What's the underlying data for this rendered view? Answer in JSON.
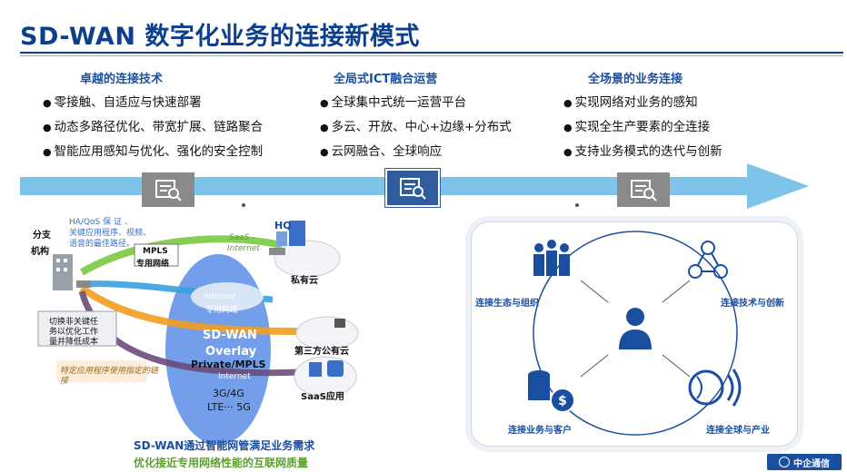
{
  "title": "SD-WAN  数字化业务的连接新模式",
  "columns": [
    {
      "heading": "卓越的连接技术",
      "bullets": [
        "零接触、自适应与快速部署",
        "动态多路径优化、带宽扩展、链路聚合",
        "智能应用感知与优化、强化的安全控制"
      ]
    },
    {
      "heading": "全局式ICT融合运营",
      "bullets": [
        "全球集中式统一运营平台",
        "多云、开放、中心+边缘+分布式",
        "云网融合、全球响应"
      ]
    },
    {
      "heading": "全场景的业务连接",
      "bullets": [
        "实现网络对业务的感知",
        "实现全生产要素的全连接",
        "支持业务模式的迭代与创新"
      ]
    }
  ],
  "network": {
    "branch_line1": "分支",
    "branch_line2": "机构",
    "qos_line1": "HA/QoS  保  证 、",
    "qos_line2": "关键应用程序、视频、",
    "qos_line3": "语音的最佳路径。",
    "mpls_line1": "MPLS",
    "mpls_line2": "专用网络",
    "saas_line1": "SaaS -",
    "saas_line2": "Internet",
    "hq": "HQ",
    "private_cloud": "私有云",
    "inet_line1": "Internet -",
    "inet_line2": "专用网络",
    "switch_line1": "切换非关键任",
    "switch_line2": "务以优化工作",
    "switch_line3": "量并降低成本",
    "fixed_line1": "特定应用程序使用指定的链",
    "fixed_line2": "接",
    "overlay_line1": "SD-WAN",
    "overlay_line2": "Overlay",
    "overlay_line3": "Private/MPLS",
    "overlay_line4": "Internet",
    "overlay_line5": "3G/4G",
    "overlay_line6": "LTE··· 5G",
    "third_cloud": "第三方公有云",
    "saas_app": "SaaS应用"
  },
  "bottom_line1": "SD-WAN通过智能网管满足业务需求",
  "bottom_line2": "优化接近专用网络性能的互联网质量",
  "ecosystem": [
    "连接生态与组织",
    "连接技术与创新",
    "连接业务与客户",
    "连接全球与产业"
  ],
  "logo": "中企通信",
  "colors": {
    "title": "#0d3f8c",
    "accent": "#f0a020",
    "arrow": "#7ec3ea",
    "overlay": "#5b8ee6",
    "green": "#7ac943",
    "orange": "#f39c1f",
    "purple": "#6b4a7a",
    "blue_line": "#3aa0e0"
  }
}
